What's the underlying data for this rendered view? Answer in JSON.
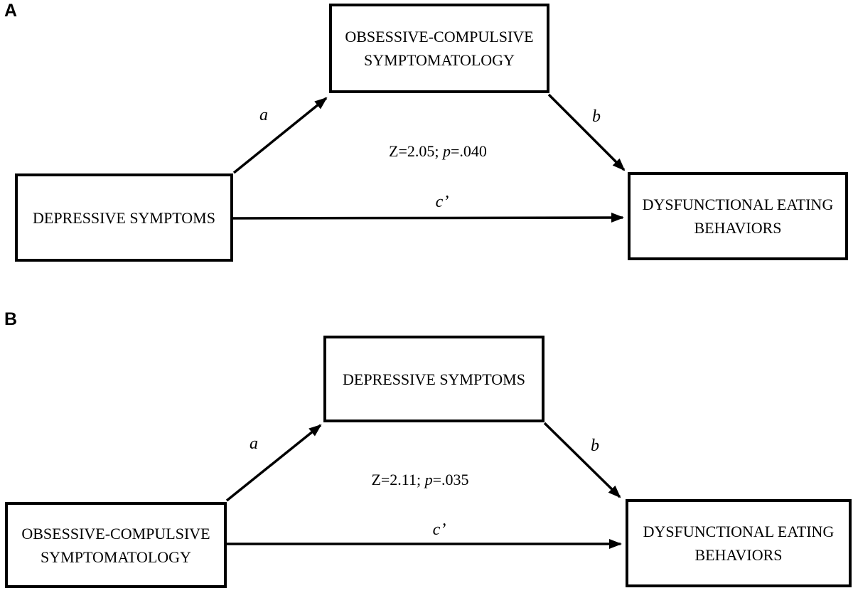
{
  "figure": {
    "background": "#ffffff",
    "line_color": "#000000",
    "panels": [
      {
        "label": "A",
        "boxes": {
          "predictor": "DEPRESSIVE SYMPTOMS",
          "mediator": "OBSESSIVE-COMPULSIVE SYMPTOMATOLOGY",
          "outcome": "DYSFUNCTIONAL EATING BEHAVIORS"
        },
        "paths": {
          "a": "a",
          "b": "b",
          "c_prime": "c’"
        },
        "sobel": {
          "z": "Z=2.05;",
          "p": "p",
          "p_value": "=.040"
        }
      },
      {
        "label": "B",
        "boxes": {
          "predictor": "OBSESSIVE-COMPULSIVE SYMPTOMATOLOGY",
          "mediator": "DEPRESSIVE SYMPTOMS",
          "outcome": "DYSFUNCTIONAL EATING BEHAVIORS"
        },
        "paths": {
          "a": "a",
          "b": "b",
          "c_prime": "c’"
        },
        "sobel": {
          "z": "Z=2.11;",
          "p": "p",
          "p_value": "=.035"
        }
      }
    ]
  }
}
